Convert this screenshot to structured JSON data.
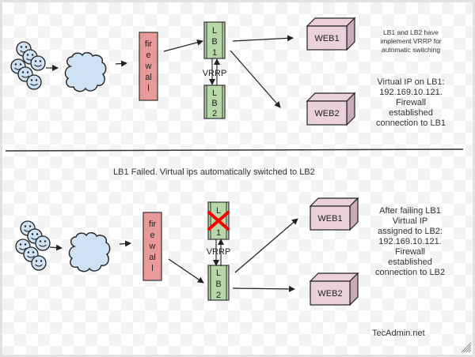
{
  "colors": {
    "firewall_fill": "#ea9999",
    "lb_fill": "#b6d7a8",
    "web_fill": "#ead1dc",
    "web_side": "#c9aab8",
    "cloud_fill": "#cfe2f3",
    "smiley_fill": "#cfe2f3",
    "fail_mark": "#ff0000",
    "line": "#222222"
  },
  "top": {
    "firewall_lines": [
      "fir",
      "e",
      "w",
      "al",
      "l"
    ],
    "lb1_lines": [
      "L",
      "B",
      "1"
    ],
    "lb2_lines": [
      "L",
      "B",
      "2"
    ],
    "vrrp": "VRRP",
    "web1": "WEB1",
    "web2": "WEB2",
    "note_small": [
      "LB1 and LB2 have",
      "implement VRRP for",
      "automatic switching"
    ],
    "note": [
      "Virtual IP on LB1:",
      "192.169.10.121.",
      "Firewall",
      "established",
      "connection to LB1"
    ]
  },
  "caption": "LB1 Failed. Virtual ips automatically switched to LB2",
  "bottom": {
    "firewall_lines": [
      "fir",
      "e",
      "w",
      "al",
      "l"
    ],
    "lb1_lines": [
      "L",
      "",
      "1"
    ],
    "lb2_lines": [
      "L",
      "B",
      "2"
    ],
    "vrrp": "VRRP",
    "web1": "WEB1",
    "web2": "WEB2",
    "note": [
      "After failing LB1",
      "Virtual IP",
      "assigned to LB2:",
      "192.169.10.121.",
      "Firewall",
      "established",
      "connection to LB2"
    ]
  },
  "watermark": "TecAdmin.net"
}
